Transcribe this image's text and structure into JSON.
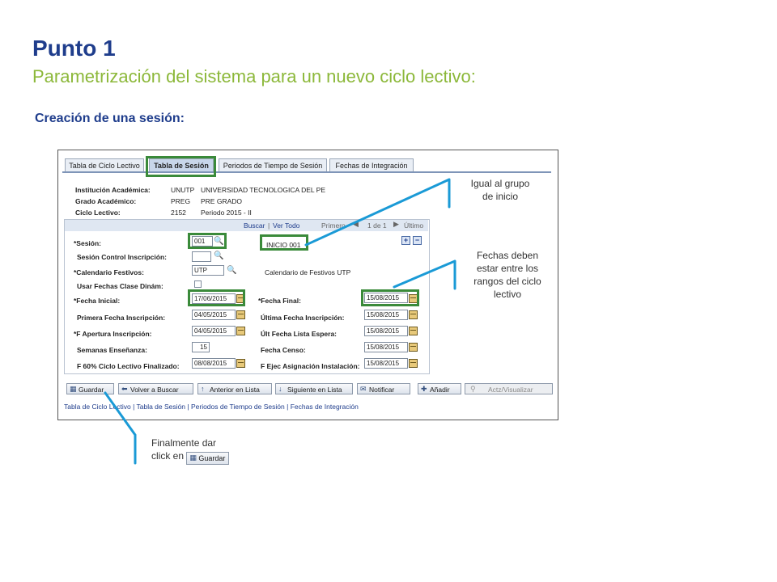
{
  "slide": {
    "title": "Punto 1",
    "subtitle": "Parametrización del sistema para un nuevo ciclo lectivo:",
    "section": "Creación de una sesión:"
  },
  "tabs": [
    {
      "label": "Tabla de Ciclo Lectivo",
      "active": false
    },
    {
      "label": "Tabla de Sesión",
      "active": true
    },
    {
      "label": "Periodos de Tiempo de Sesión",
      "active": false
    },
    {
      "label": "Fechas de Integración",
      "active": false
    }
  ],
  "info": {
    "institucion_label": "Institución Académica:",
    "institucion_code": "UNUTP",
    "institucion_desc": "UNIVERSIDAD TECNOLOGICA DEL PE",
    "grado_label": "Grado Académico:",
    "grado_code": "PREG",
    "grado_desc": "PRE GRADO",
    "ciclo_label": "Ciclo Lectivo:",
    "ciclo_code": "2152",
    "ciclo_desc": "Periodo 2015 - II"
  },
  "panel_nav": {
    "buscar": "Buscar",
    "sep": "|",
    "ver_todo": "Ver Todo",
    "primero": "Primero",
    "count": "1 de 1",
    "ultimo": "Último"
  },
  "form": {
    "sesion_label": "*Sesión:",
    "sesion_value": "001",
    "sesion_desc": "INICIO 001",
    "control_label": "Sesión Control Inscripción:",
    "control_value": "",
    "calendario_label": "*Calendario Festivos:",
    "calendario_value": "UTP",
    "calendario_desc": "Calendario de Festivos UTP",
    "usar_fechas_label": "Usar Fechas Clase Dinám:",
    "fecha_inicial_label": "*Fecha Inicial:",
    "fecha_inicial_value": "17/06/2015",
    "fecha_final_label": "*Fecha Final:",
    "fecha_final_value": "15/08/2015",
    "primera_insc_label": "Primera Fecha Inscripción:",
    "primera_insc_value": "04/05/2015",
    "ultima_insc_label": "Última Fecha Inscripción:",
    "ultima_insc_value": "15/08/2015",
    "apertura_label": "*F Apertura Inscripción:",
    "apertura_value": "04/05/2015",
    "lista_espera_label": "Últ Fecha Lista Espera:",
    "lista_espera_value": "15/08/2015",
    "semanas_label": "Semanas Enseñanza:",
    "semanas_value": "15",
    "censo_label": "Fecha Censo:",
    "censo_value": "15/08/2015",
    "f60_label": "F 60% Ciclo Lectivo Finalizado:",
    "f60_value": "08/08/2015",
    "asignacion_label": "F Ejec Asignación Instalación:",
    "asignacion_value": "15/08/2015"
  },
  "buttons": {
    "guardar": "Guardar",
    "volver": "Volver a Buscar",
    "anterior": "Anterior en Lista",
    "siguiente": "Siguiente en Lista",
    "notificar": "Notificar",
    "anadir": "Añadir",
    "actualizar": "Actz/Visualizar"
  },
  "bottom_links": {
    "l1": "Tabla de Ciclo Lectivo",
    "l2": "Tabla de Sesión",
    "l3": "Periodos de Tiempo de Sesión",
    "l4": "Fechas de Integración",
    "sep": "|"
  },
  "annotations": {
    "grupo_line1": "Igual al grupo",
    "grupo_line2": "de inicio",
    "fechas_line1": "Fechas deben",
    "fechas_line2": "estar entre los",
    "fechas_line3": "rangos del ciclo",
    "fechas_line4": "lectivo",
    "final_line1": "Finalmente dar",
    "final_line2": "click en",
    "final_button": "Guardar"
  },
  "colors": {
    "title": "#1f3d8c",
    "subtitle": "#8cb83a",
    "highlight": "#3a8a3a",
    "callout": "#1a9ad6"
  },
  "icons": {
    "lookup": "magnifier-icon",
    "calendar": "calendar-icon",
    "save": "save-icon"
  }
}
